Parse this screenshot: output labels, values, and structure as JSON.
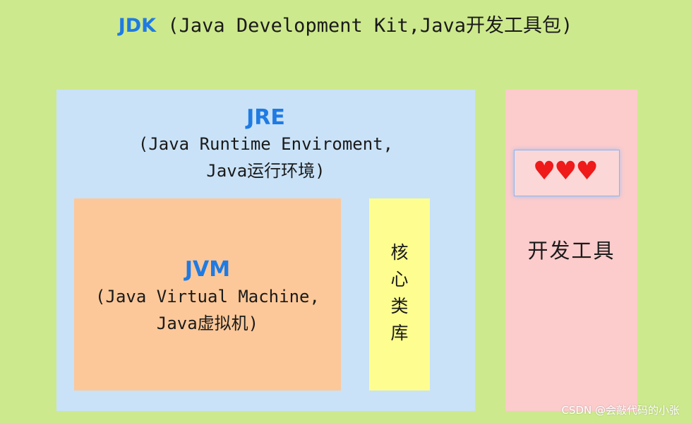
{
  "jdk": {
    "acronym": "JDK",
    "description": "(Java Development Kit,Java开发工具包)"
  },
  "jre": {
    "acronym": "JRE",
    "description_line1": "(Java Runtime Enviroment,",
    "description_line2": "Java运行环境)"
  },
  "jvm": {
    "acronym": "JVM",
    "description_line1": "(Java Virtual Machine,",
    "description_line2": "Java虚拟机)"
  },
  "core_library": {
    "chars": [
      "核",
      "心",
      "类",
      "库"
    ]
  },
  "dev_tools": {
    "hearts": "♥♥♥",
    "label": "开发工具"
  },
  "watermark": "CSDN @会敲代码的小张",
  "colors": {
    "background": "#cde98d",
    "jre_box": "#c9e2f7",
    "jvm_box": "#fcc899",
    "core_library_box": "#fdfe8f",
    "dev_tools_box": "#fccbcb",
    "acronym": "#1f7be3",
    "hearts": "#ef1a1a"
  }
}
